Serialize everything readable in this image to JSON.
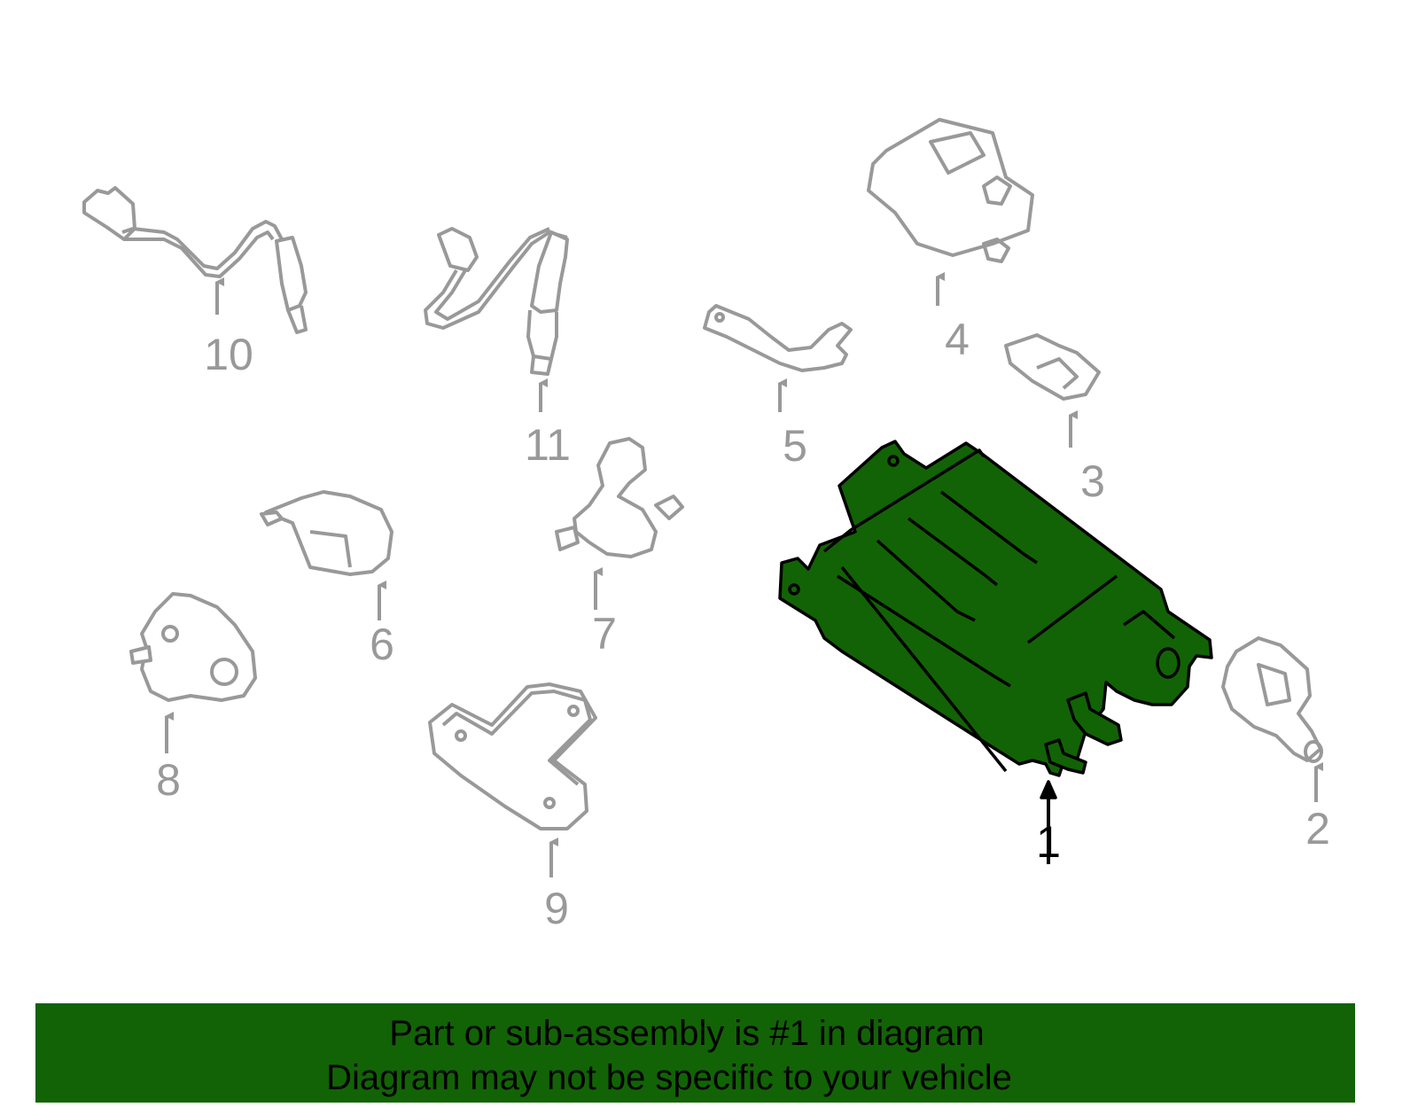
{
  "diagram": {
    "highlight_color": "#126305",
    "outline_gray": "#999999",
    "parts": [
      {
        "number": "1",
        "label": "1",
        "highlighted": true
      },
      {
        "number": "2",
        "label": "2",
        "highlighted": false
      },
      {
        "number": "3",
        "label": "3",
        "highlighted": false
      },
      {
        "number": "4",
        "label": "4",
        "highlighted": false
      },
      {
        "number": "5",
        "label": "5",
        "highlighted": false
      },
      {
        "number": "6",
        "label": "6",
        "highlighted": false
      },
      {
        "number": "7",
        "label": "7",
        "highlighted": false
      },
      {
        "number": "8",
        "label": "8",
        "highlighted": false
      },
      {
        "number": "9",
        "label": "9",
        "highlighted": false
      },
      {
        "number": "10",
        "label": "10",
        "highlighted": false
      },
      {
        "number": "11",
        "label": "11",
        "highlighted": false
      }
    ]
  },
  "banner": {
    "line1": "Part or sub-assembly is #1 in diagram",
    "line2": "Diagram may not be specific to your vehicle",
    "background": "#126305"
  }
}
